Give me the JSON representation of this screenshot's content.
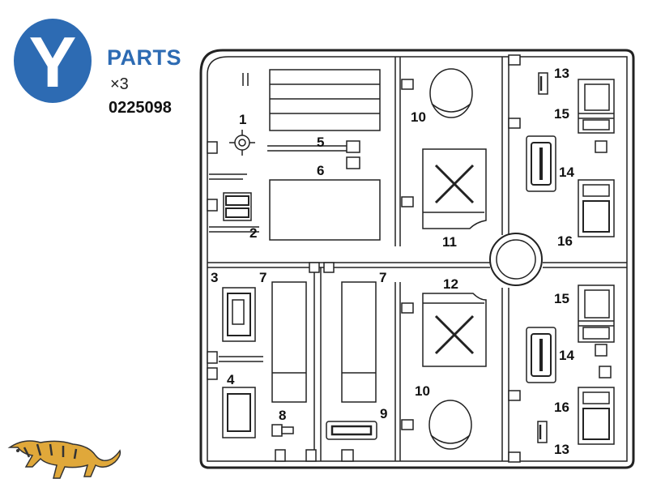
{
  "sprue": {
    "letter": "Y",
    "title": "PARTS",
    "quantity": "×3",
    "part_code": "0225098",
    "brand_color": "#2d6bb3"
  },
  "part_numbers": {
    "p1": "1",
    "p2": "2",
    "p3": "3",
    "p4": "4",
    "p5": "5",
    "p6": "6",
    "p7a": "7",
    "p7b": "7",
    "p8": "8",
    "p9": "9",
    "p10a": "10",
    "p10b": "10",
    "p11": "11",
    "p12": "12",
    "p13a": "13",
    "p13b": "13",
    "p14a": "14",
    "p14b": "14",
    "p15a": "15",
    "p15b": "15",
    "p16a": "16",
    "p16b": "16"
  },
  "logo": {
    "icon": "tiger-logo-icon"
  }
}
